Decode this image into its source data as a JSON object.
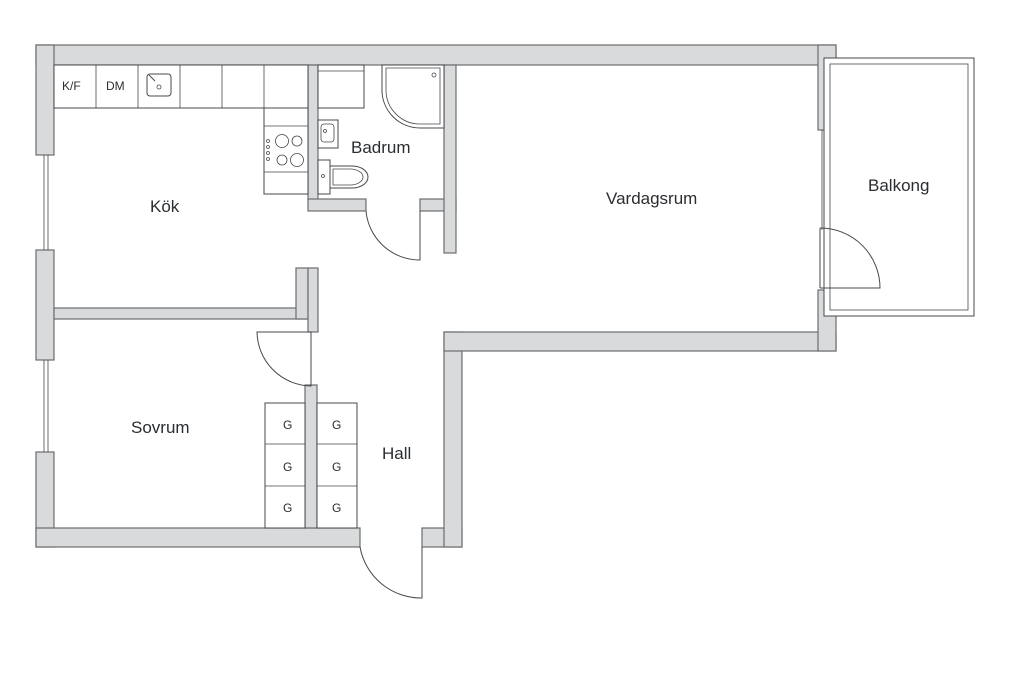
{
  "rooms": {
    "kitchen": "Kök",
    "bathroom": "Badrum",
    "living_room": "Vardagsrum",
    "balcony": "Balkong",
    "bedroom": "Sovrum",
    "hall": "Hall"
  },
  "appliances": {
    "fridge_freezer": "K/F",
    "dishwasher": "DM"
  },
  "wardrobe_mark": "G",
  "colors": {
    "wall_fill": "#d9dadb",
    "wall_stroke": "#6b6d70",
    "line": "#45484c"
  }
}
